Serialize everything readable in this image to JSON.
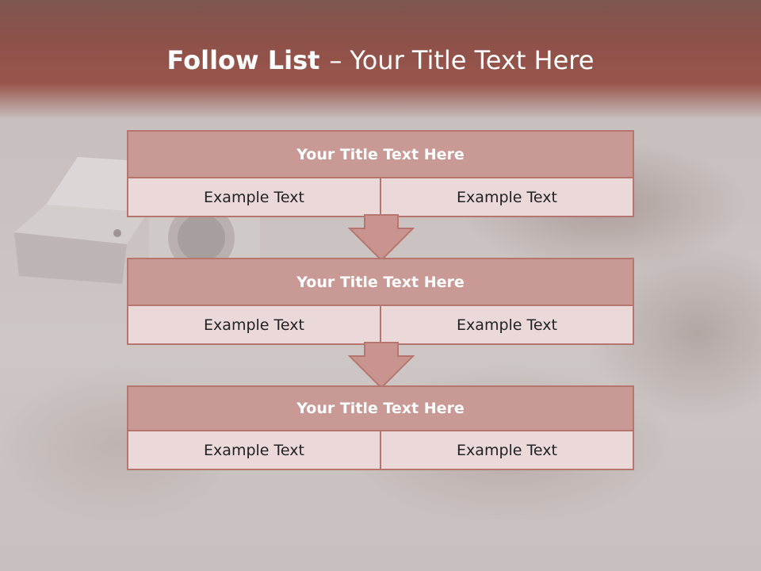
{
  "slide": {
    "title_bold": "Follow List",
    "title_dash": "–",
    "title_rest": "Your Title Text Here"
  },
  "steps": [
    {
      "title": "Your Title Text Here",
      "left": "Example Text",
      "right": "Example Text"
    },
    {
      "title": "Your Title Text Here",
      "left": "Example Text",
      "right": "Example Text"
    },
    {
      "title": "Your Title Text Here",
      "left": "Example Text",
      "right": "Example Text"
    }
  ],
  "colors": {
    "header": "#9a554c",
    "box_title": "#c99a95",
    "box_body": "#ead9d8",
    "border": "#b57670",
    "arrow": "#c9948f"
  }
}
